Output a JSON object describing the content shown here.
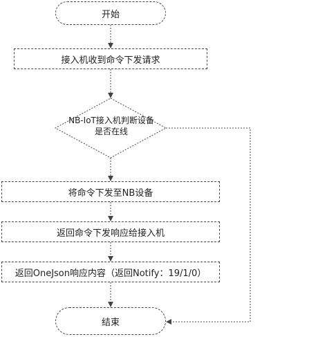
{
  "flowchart": {
    "start": "开始",
    "step1": "接入机收到命令下发请求",
    "decision_line1": "NB-IoT接入机判断设备",
    "decision_line2": "是否在线",
    "step2": "将命令下发至NB设备",
    "step3": "返回命令下发响应给接入机",
    "step4": "返回OneJson响应内容（返回Notify：19/1/0）",
    "end": "结束"
  }
}
